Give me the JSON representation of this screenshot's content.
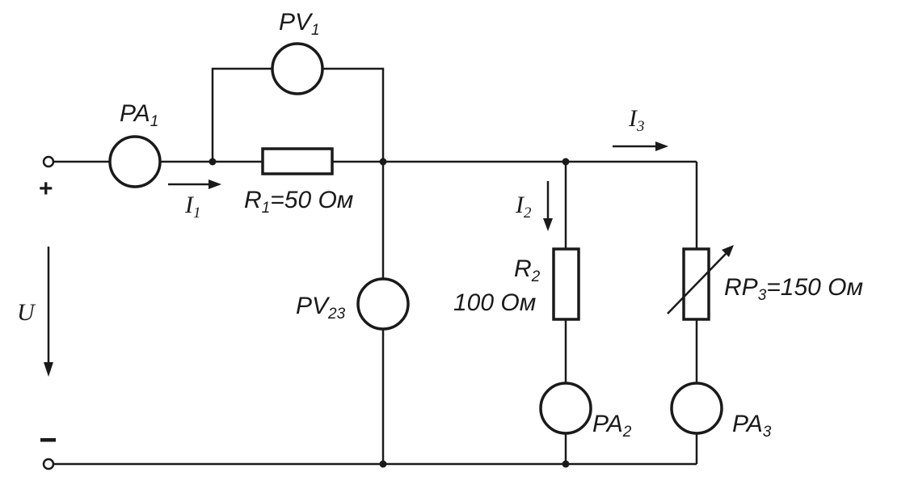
{
  "labels": {
    "pv1": {
      "main": "PV",
      "sub": "1"
    },
    "pa1": {
      "main": "PA",
      "sub": "1"
    },
    "i1": {
      "main": "I",
      "sub": "1"
    },
    "r1": {
      "main": "R",
      "sub": "1",
      "rest": "=50 Ом"
    },
    "i2": {
      "main": "I",
      "sub": "2"
    },
    "i3": {
      "main": "I",
      "sub": "3"
    },
    "r2": {
      "main": "R",
      "sub": "2",
      "value": "100 Ом"
    },
    "rp3": {
      "main": "RP",
      "sub": "3",
      "rest": "=150 Ом"
    },
    "pv23": {
      "main": "PV",
      "sub": "23"
    },
    "pa2": {
      "main": "PA",
      "sub": "2"
    },
    "pa3": {
      "main": "PA",
      "sub": "3"
    },
    "u": "U"
  },
  "terminals": {
    "plus": "+",
    "minus": "–"
  }
}
